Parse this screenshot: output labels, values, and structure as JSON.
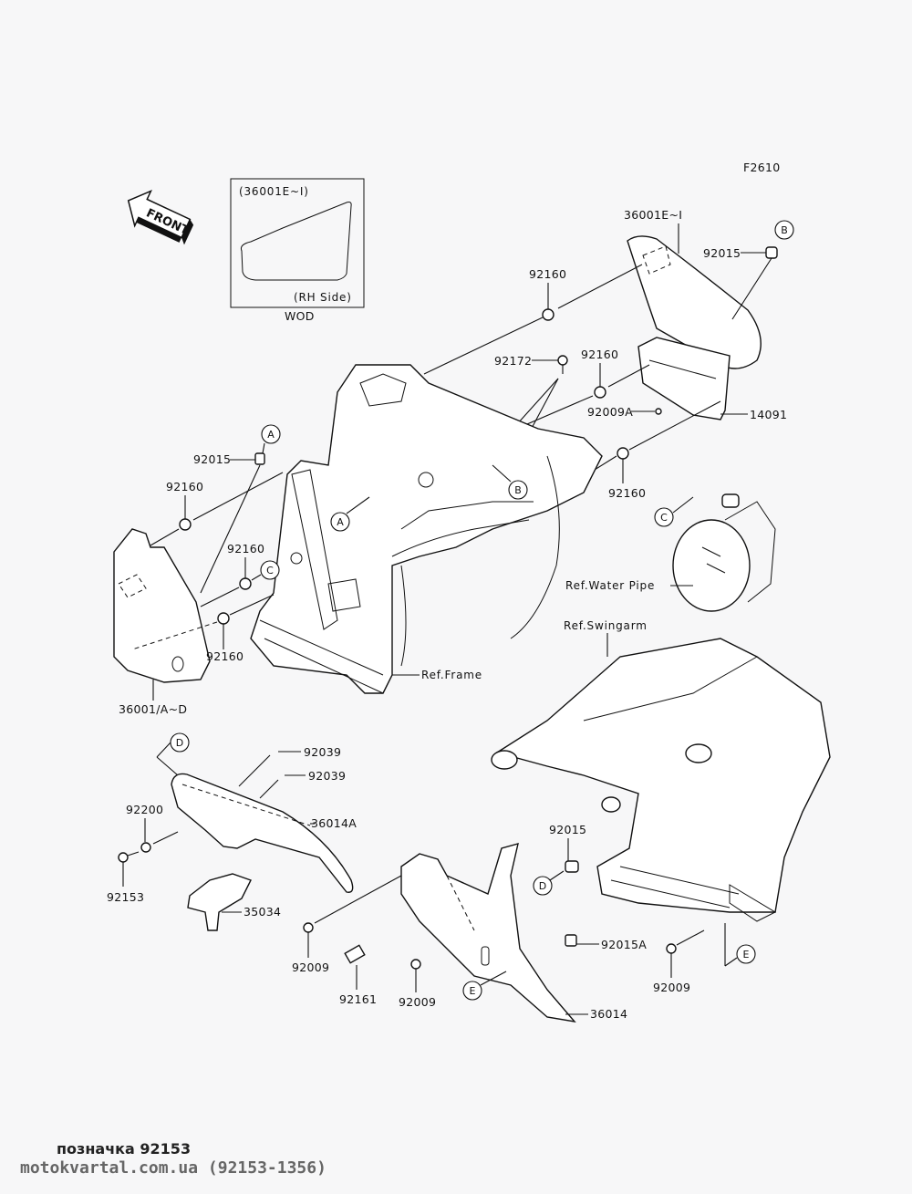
{
  "diagram": {
    "code": "F2610",
    "front_arrow": "FRONT",
    "inset": {
      "title": "(36001E~I)",
      "side": "(RH Side)",
      "caption": "WOD"
    },
    "labels": {
      "p36001EI": "36001E~I",
      "p92015_b": "92015",
      "p92160_top": "92160",
      "p92172": "92172",
      "p92160_mid": "92160",
      "p92009A": "92009A",
      "p14091": "14091",
      "p92160_right": "92160",
      "p92015_a": "92015",
      "p92160_left": "92160",
      "p92160_c": "92160",
      "p92160_low": "92160",
      "p36001AD": "36001/A~D",
      "ref_frame": "Ref.Frame",
      "ref_water_pipe": "Ref.Water Pipe",
      "ref_swingarm": "Ref.Swingarm",
      "p92039_1": "92039",
      "p92039_2": "92039",
      "p92200": "92200",
      "p36014A": "36014A",
      "p92153": "92153",
      "p35034": "35034",
      "p92015_d": "92015",
      "p92015A": "92015A",
      "p92009_1": "92009",
      "p92161": "92161",
      "p92009_2": "92009",
      "p36014": "36014",
      "p92009_3": "92009"
    },
    "callouts": {
      "A1": "A",
      "A2": "A",
      "B1": "B",
      "B2": "B",
      "C1": "C",
      "C2": "C",
      "D1": "D",
      "D2": "D",
      "E1": "E",
      "E2": "E"
    }
  },
  "footer": {
    "caption": "позначка 92153",
    "site": "motokvartal.com.ua (92153-1356)"
  }
}
